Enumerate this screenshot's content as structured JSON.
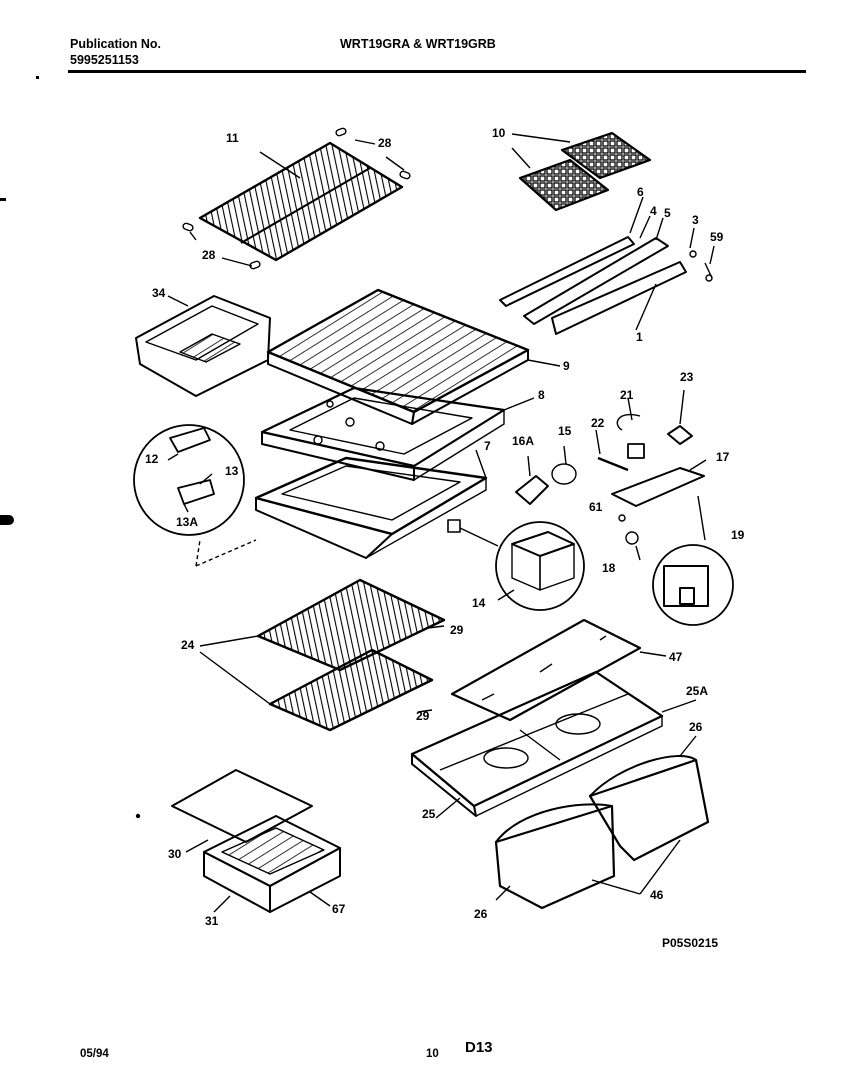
{
  "header": {
    "publication_label": "Publication No.",
    "publication_number": "5995251153",
    "model_title": "WRT19GRA & WRT19GRB"
  },
  "footer": {
    "date": "05/94",
    "page_number": "10",
    "section_code": "D13"
  },
  "drawing_code": "P05S0215",
  "callouts": [
    "11",
    "28",
    "28",
    "10",
    "6",
    "4",
    "5",
    "3",
    "59",
    "1",
    "34",
    "9",
    "8",
    "7",
    "12",
    "13",
    "13A",
    "16A",
    "15",
    "21",
    "23",
    "22",
    "17",
    "61",
    "18",
    "19",
    "14",
    "24",
    "29",
    "29",
    "47",
    "25A",
    "26",
    "25",
    "26",
    "46",
    "30",
    "31",
    "67"
  ],
  "colors": {
    "ink": "#000000",
    "paper": "#ffffff"
  }
}
